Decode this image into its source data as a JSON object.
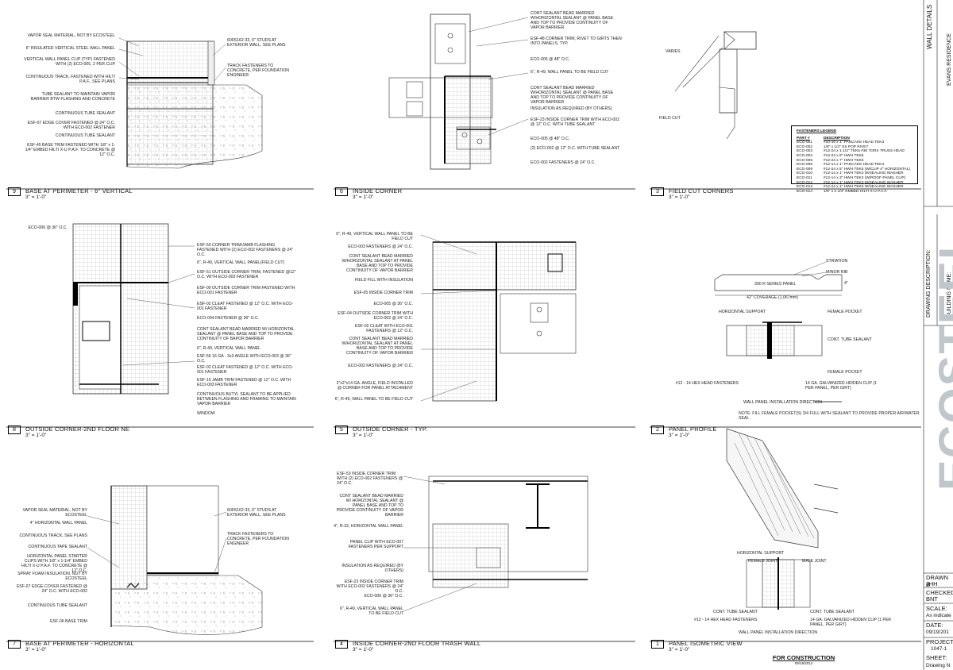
{
  "sheet": {
    "for_construction": "FOR CONSTRUCTION",
    "for_construction_date": "09/19/2012",
    "side_title": "WALL DETAILS",
    "side_project": "EVANS RESIDENCE",
    "drawing_description_label": "DRAWING DESCRIPTION:",
    "building_name_label": "BUILDING NAME:",
    "brand": "ECOSTEEL",
    "drawn_by_label": "DRAWN B",
    "drawn_by": "JHH",
    "checked_label": "CHECKED",
    "checked": "BNT",
    "scale_label": "SCALE:",
    "scale_value": "As indicate",
    "date_label": "DATE:",
    "date_value": "09/19/201",
    "project_label": "PROJECT",
    "project_value": "1047-1",
    "sheet_label": "SHEET:",
    "sheet_value": "Drawing N"
  },
  "details": [
    {
      "num": "9",
      "title": "BASE AT PERIMETER - 6\" VERTICAL",
      "scale": "3\" = 1'-0\""
    },
    {
      "num": "6",
      "title": "INSIDE CORNER",
      "scale": "3\" = 1'-0\""
    },
    {
      "num": "3",
      "title": "FIELD CUT CORNERS",
      "scale": "3\" = 1'-0\""
    },
    {
      "num": "8",
      "title": "OUTSIDE CORNER-2ND FLOOR NE",
      "scale": "3\" = 1'-0\""
    },
    {
      "num": "5",
      "title": "OUTSIDE CORNER - TYP.",
      "scale": "3\" = 1'-0\""
    },
    {
      "num": "2",
      "title": "PANEL PROFILE",
      "scale": "3\" = 1'-0\""
    },
    {
      "num": "7",
      "title": "BASE AT PERIMETER - HORIZONTAL",
      "scale": "3\" = 1'-0\""
    },
    {
      "num": "4",
      "title": "INSIDE CORNER-2ND FLOOR TRASH WALL",
      "scale": "3\" = 1'-0\""
    },
    {
      "num": "1",
      "title": "PANEL ISOMETRIC VIEW",
      "scale": "3\" = 1'-0\""
    }
  ],
  "legend": {
    "title": "FASTENERS LEGEND",
    "col1": "PART #",
    "col2": "DESCRIPTION",
    "rows": [
      {
        "part": "ECO-001",
        "desc": "#10-16 x 1\" PANCAKE HEAD TEK3"
      },
      {
        "part": "ECO-002",
        "desc": "1/8\" x 1/4\" SS POP RIVET"
      },
      {
        "part": "ECO-003",
        "desc": "#12-24 x 1-1/2\" TEK5 #30 TORX TRUSS HEAD"
      },
      {
        "part": "ECO-004",
        "desc": "#12-24 x 8\" HWH TEK5"
      },
      {
        "part": "ECO-005",
        "desc": "#12-24 x 7\" HWH TEK5"
      },
      {
        "part": "ECO-006",
        "desc": "#12-14 x 1\" PANCAKE HEAD TEK4"
      },
      {
        "part": "ECO-009",
        "desc": "#12-24 x 5\" HWH TEK5 (W/CLIP 4\" HORIZONTAL)"
      },
      {
        "part": "ECO-010",
        "desc": "#12-14 x 1\" HWH TEK3 W/SEALING WASHER"
      },
      {
        "part": "ECO-011",
        "desc": "#12-14 x 3\" HWH TEK3 (W/ROOF PANEL CLIP)"
      },
      {
        "part": "ECO-012",
        "desc": "#12-14 x 1\" HWH TEK3 W/SEALING WASHER"
      },
      {
        "part": "ECO-013",
        "desc": "#12-24 x 1\" HWH TEK5 W/SEALING WASHER"
      },
      {
        "part": "ECO-014",
        "desc": "1/8\" x 1-1/4\" EMBED HILTI X-U P.A.F."
      }
    ]
  },
  "notes": {
    "d9": [
      "VAPOR SEAL MATERIAL, NOT BY ECOSTEEL",
      "6\" INSULATED VERTICAL STEEL WALL PANEL",
      "VERTICAL WALL PANEL CLIP (TYP) FASTENED WITH (2) ECO-005, 2 PER CLIP",
      "CONTINUOUS TRACK, FASTENED WITH HILTI P.A.F., SEE PLANS",
      "TUBE SEALANT TO MAINTAIN VAPOR BARRIER BTW FLASHING AND CONCRETE",
      "CONTINUOUS TUBE SEALANT",
      "ESF-07 EDGE COVER FASTENED @ 24\" O.C. WITH ECO-002 FASTENER",
      "CONTINUOUS TUBE SEALANT",
      "ESF-45 BASE TRIM FASTENED WITH 1/8\" x 1-1/4\" EMBED HILTI X-U P.A.F. TO CONCRETE @ 12\" O.C.",
      "600S162-33, 6\" STUDS AT EXTERIOR WALL, SEE PLANS",
      "TRACK FASTENERS TO CONCRETE, PER FOUNDATION ENGINEER"
    ],
    "d6": [
      "CONT SEALANT BEAD MARRIED W/HORIZONTAL SEALANT @ PANEL BASE AND TOP TO PROVIDE CONTINUITY OF VAPOR BARRIER",
      "ESF-48 CORNER TRIM, RIVET TO GIRTS THEN INTO PANELS, TYP.",
      "ECO-005 @ 48\" O.C.",
      "6\", R-49, WALL PANEL TO BE FIELD CUT",
      "CONT SEALANT BEAD MARRIED W/HORIZONTAL SEALANT @ PANEL BASE AND TOP TO PROVIDE CONTINUITY OF VAPOR BARRIER",
      "INSULATION AS REQUIRED (BY OTHERS)",
      "ESF-23 INSIDE CORNER TRIM WITH ECO-002 @ 12\" O.C. WITH TUBE SEALANT",
      "ECO-005 @ 48\" O.C.",
      "(2) ECO-002 @ 12\" O.C. WITH TUBE SEALANT",
      "ECO-002 FASTENERS @ 24\" O.C."
    ],
    "d3": [
      "VARIES",
      "FIELD CUT"
    ],
    "d8": [
      "ECO-006 @ 36\" O.C.",
      "ESF-50 CORNER TRIM/JAMB FLASHING FASTENED WITH (2) ECO-002 FASTENERS @ 24\" O.C.",
      "6\", R-49, VERTICAL WALL PANEL(FIELD CUT)",
      "ESF-51 OUTSIDE CORNER TRIM, FASTENED @12\" O.C. WITH ECO-003 FASTENER",
      "ESF-09 OUTSIDE CORNER TRIM FASTENED WITH ECO-001 FASTENER",
      "ESF-02 CLEAT FASTENED @ 12\" O.C. WITH ECO-001 FASTENER",
      "ECO-004 FASTENER @ 36\" O.C.",
      "CONT SEALANT BEAD MARRIED W/ HORIZONTAL SEALANT @ PANEL BASE AND TOP TO PROVIDE CONTINUITY OF BAPOR BARRIER",
      "6\", R-49, VERTICAL WALL PANEL",
      "ESF-56 16 GA - 3x3 ANGLE WITH ECO-003 @ 36\" O.C.",
      "ESF-02 CLEAT FASTENED @ 12\" O.C. WITH ECO-001 FASTENER",
      "ESF-16 JAMB TRIM FASTENED @ 12\" O.C. WITH ECO-003 FASTENER",
      "CONTINUOUS BUTYL SEALANT TO BE APPLIED BETWEEN FLASHING AND FRAMING TO MAINTAIN VAPOR BARRIER",
      "WINDOW"
    ],
    "d5": [
      "6\", R-49, VERTICAL WALL PANEL TO BE FIELD CUT",
      "ECO-003 FASTENERS @ 24\" O.C.",
      "CONT SEALANT BEAD MARRIED W/HORIZONTAL SEALANT AT PANEL BASE AND TOP TO PROVIDE CONTINUITY OF VAPOR BARRIER",
      "FIELD FILL WITH INSULATION",
      "ESF-05 INSIDE CORNER TRIM",
      "ECO-005 @ 36\" O.C.",
      "ESF-04 OUTSIDE CORNER TRIM WITH ECO-002 @ 24\" O.C.",
      "ESF-02 CLEAT WITH ECO-001 FASTENERS @ 12\" O.C.",
      "CONT SEALANT BEAD MARRIED W/HORIZONTAL SEALANT AT PANEL BASE AND TOP TO PROVIDE CONTINUITY OF VAPOR BARRIER",
      "ECO-002 FASTENERS @ 24\" O.C.",
      "2\"x2\"x14 GA. ANGLE, FIELD INSTALLED @ CORNER FOR PANEL ATTACHMENT",
      "6\", R-49, WALL PANEL TO BE FIELD CUT"
    ],
    "d2": [
      "STRIATION",
      "MINOR RIB",
      "300 R SERIES PANEL",
      "4\"",
      "42\" COVERAGE (1,067mm)",
      "HORIZONTAL SUPPORT",
      "FEMALE POCKET",
      "CONT. TUBE SEALANT",
      "FEMALE POCKET",
      "#12 - 14 HEX HEAD FASTENERS",
      "14 GA. GALVANIZED HIDDEN CLIP (1 PER PANEL, PER GIRT)",
      "WALL PANEL INSTALLATION DIRECTION",
      "NOTE: FILL FEMALE POCKET(S) 3/4 FULL WITH SEALANT TO PROVIDE PROPER AIR/WATER SEAL"
    ],
    "d7": [
      "VAPOR SEAL MATERIAL, NOT BY ECOSTEEL",
      "4\" HORIZONTAL WALL PANEL",
      "CONTINUOUS TRACK, SEE PLANS",
      "CONTINUOUS TAPE SEALANT",
      "HORIZONTAL PANEL STARTER CLIPS WITH 1/8\" x 1-1/4\" EMBED HILTI X-U P.A.F. TO CONCRETE @ 12\" O.C.",
      "SPRAY FOAM INSULATION, NOT BY ECOSTEEL",
      "ESF-07 EDGE COVER FASTENED @ 24\" O.C. WITH ECO-002",
      "CONTINUOUS TUBE SEALANT",
      "ESF-06 BASE TRIM",
      "600S162-33, 6\" STUDS AT EXTERIOR WALL, SEE PLANS",
      "TRACK FASTENERS TO CONCRETE, PER FOUNDATION ENGINEER"
    ],
    "d4": [
      "ESF-53 INSIDE CORNER TRIM WITH (2) ECO-002 FASTENERS @ 24\" O.C.",
      "CONT SEALANT BEAD MARRIED W/ HORIZONTAL SEALANT @ PANEL BASE AND TOP TO PROVIDE CONTINUITY OF VAPOR BARRIER",
      "4\", R-32, HORIZONTAL WALL PANEL",
      "PANEL CLIP WITH ECO-007 FASTENERS PER SUPPORT",
      "INSULATION AS REQUIRED (BY OTHERS)",
      "ESF-23 INSIDE CORNER TRIM WITH ECO-002 FASTENERS @ 24\" O.C.",
      "ECO-006 @ 36\" O.C.",
      "6\", R-49, VERTICAL WALL PANEL TO BE FIELD CUT"
    ],
    "d1": [
      "HORIZONTAL SUPPORT",
      "FEMALE JOINT",
      "MALE JOINT",
      "CONT. TUBE SEALANT",
      "CONT. TUBE SEALANT",
      "#12 - 14 HEX HEAD FASTENERS",
      "14 GA. GALVANIZED HIDDEN CLIP (1 PER PANEL, PER GIRT)",
      "WALL PANEL INSTALLATION DIRECTION"
    ]
  }
}
